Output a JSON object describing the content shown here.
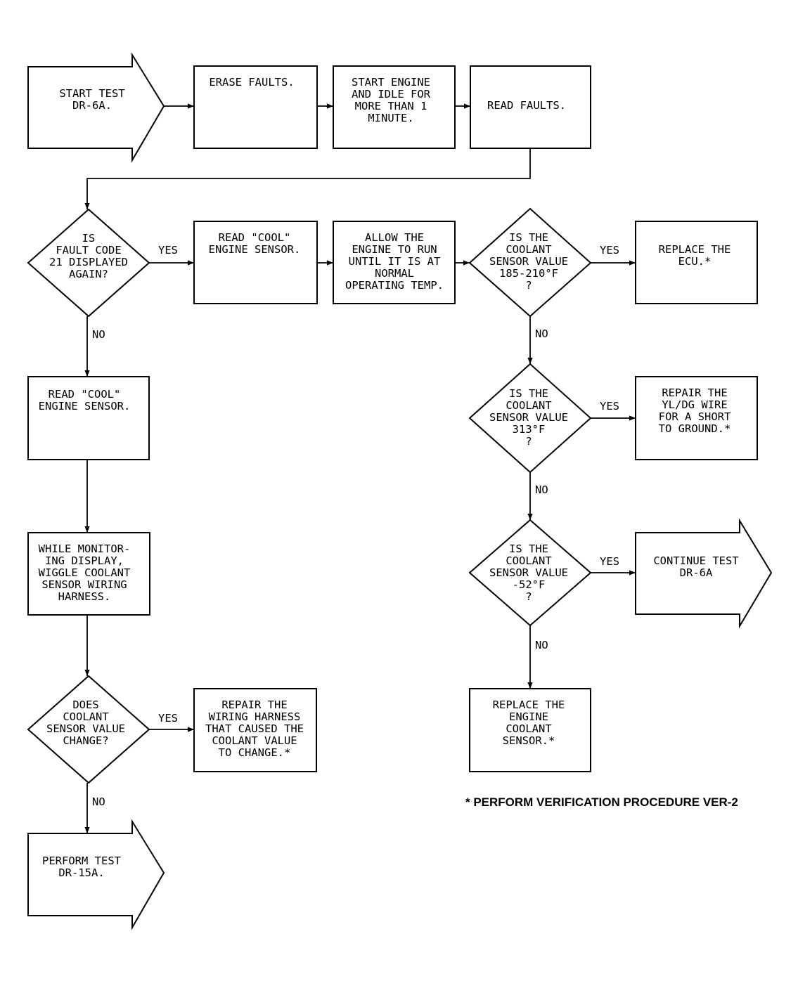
{
  "nodes": {
    "start_test": {
      "type": "arrow",
      "lines": [
        "START TEST",
        "DR-6A."
      ]
    },
    "erase_faults": {
      "type": "process",
      "lines": [
        "ERASE FAULTS."
      ]
    },
    "start_engine": {
      "type": "process",
      "lines": [
        "START ENGINE",
        "AND IDLE FOR",
        "MORE THAN 1",
        "MINUTE."
      ]
    },
    "read_faults": {
      "type": "process",
      "lines": [
        "READ FAULTS."
      ]
    },
    "fault_21": {
      "type": "decision",
      "lines": [
        "IS",
        "FAULT CODE",
        "21 DISPLAYED",
        "AGAIN?"
      ]
    },
    "read_cool_top": {
      "type": "process",
      "lines": [
        "READ \"COOL\"",
        "ENGINE SENSOR."
      ]
    },
    "allow_engine": {
      "type": "process",
      "lines": [
        "ALLOW THE",
        "ENGINE TO RUN",
        "UNTIL IT IS AT",
        "NORMAL",
        "OPERATING TEMP."
      ]
    },
    "coolant_185": {
      "type": "decision",
      "lines": [
        "IS THE",
        "COOLANT",
        "SENSOR VALUE",
        "185-210°F",
        "?"
      ]
    },
    "replace_ecu": {
      "type": "process",
      "lines": [
        "REPLACE THE",
        "ECU.*"
      ]
    },
    "coolant_313": {
      "type": "decision",
      "lines": [
        "IS THE",
        "COOLANT",
        "SENSOR VALUE",
        "313°F",
        "?"
      ]
    },
    "repair_yl_dg": {
      "type": "process",
      "lines": [
        "REPAIR THE",
        "YL/DG WIRE",
        "FOR A SHORT",
        "TO GROUND.*"
      ]
    },
    "coolant_52": {
      "type": "decision",
      "lines": [
        "IS THE",
        "COOLANT",
        "SENSOR VALUE",
        "-52°F",
        "?"
      ]
    },
    "continue_test": {
      "type": "arrow",
      "lines": [
        "CONTINUE TEST",
        "DR-6A"
      ]
    },
    "replace_sensor": {
      "type": "process",
      "lines": [
        "REPLACE THE",
        "ENGINE",
        "COOLANT",
        "SENSOR.*"
      ]
    },
    "read_cool_left": {
      "type": "process",
      "lines": [
        "READ \"COOL\"",
        "ENGINE SENSOR."
      ]
    },
    "wiggle": {
      "type": "process",
      "lines": [
        "WHILE MONITOR-",
        "ING DISPLAY,",
        "WIGGLE COOLANT",
        "SENSOR WIRING",
        "HARNESS."
      ]
    },
    "does_change": {
      "type": "decision",
      "lines": [
        "DOES",
        "COOLANT",
        "SENSOR VALUE",
        "CHANGE?"
      ]
    },
    "repair_harness": {
      "type": "process",
      "lines": [
        "REPAIR THE",
        "WIRING HARNESS",
        "THAT CAUSED THE",
        "COOLANT VALUE",
        "TO CHANGE.*"
      ]
    },
    "perform_test": {
      "type": "arrow",
      "lines": [
        "PERFORM TEST",
        "DR-15A."
      ]
    }
  },
  "labels": {
    "yes": "YES",
    "no": "NO"
  },
  "footnote": "* PERFORM VERIFICATION PROCEDURE VER-2"
}
